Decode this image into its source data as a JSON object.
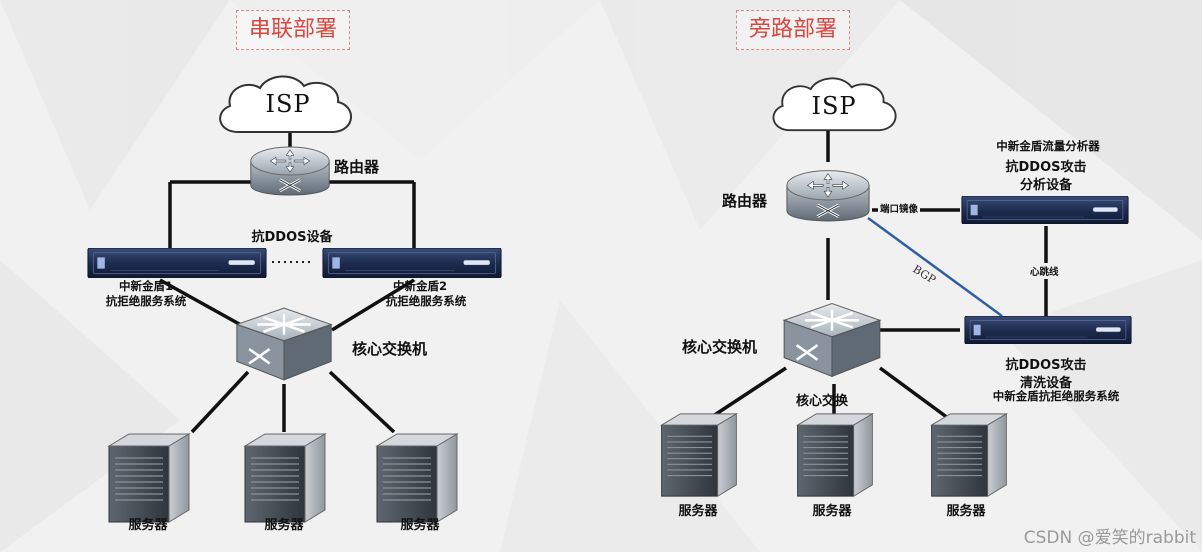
{
  "serial": {
    "title": "串联部署",
    "isp": "ISP",
    "router": "路由器",
    "anti_ddos": "抗DDOS设备",
    "dots": "……",
    "shield1_line1": "中新金盾1",
    "shield1_line2": "抗拒绝服务系统",
    "shield2_line1": "中新金盾2",
    "shield2_line2": "抗拒绝服务系统",
    "core_switch": "核心交换机",
    "servers": [
      "服务器",
      "服务器",
      "服务器"
    ]
  },
  "bypass": {
    "title": "旁路部署",
    "isp": "ISP",
    "router": "路由器",
    "analyzer_caption": "中新金盾流量分析器",
    "analyzer_line1": "抗DDOS攻击",
    "analyzer_line2": "分析设备",
    "port_mirror": "端口镜像",
    "heartbeat": "心跳线",
    "bgp": "BGP",
    "core_switch": "核心交换机",
    "core_switch_short": "核心交换",
    "cleaner_line1": "抗DDOS攻击",
    "cleaner_line2": "清洗设备",
    "cleaner_caption": "中新金盾抗拒绝服务系统",
    "servers": [
      "服务器",
      "服务器",
      "服务器"
    ]
  },
  "watermark": "CSDN @爱笑的rabbit",
  "colors": {
    "title_red": "#d9473f",
    "bgp_line": "#2f5fa8",
    "link": "#111111"
  }
}
